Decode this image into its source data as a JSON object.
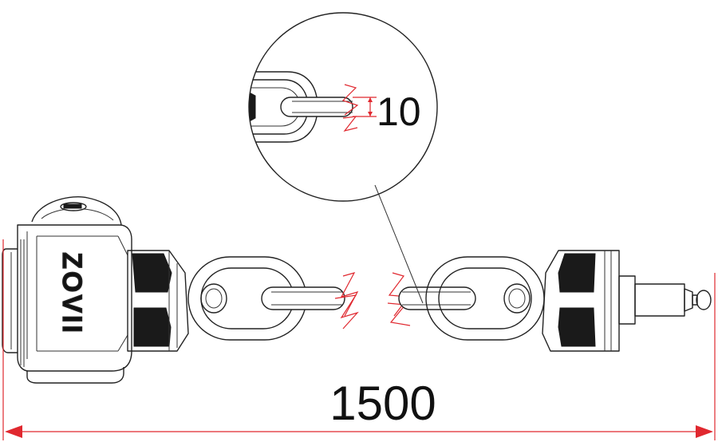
{
  "dimensions": {
    "overall_length": "1500",
    "chain_thickness": "10"
  },
  "logo": {
    "text": "ZOVII"
  },
  "colors": {
    "outline": "#222222",
    "dimension_lines": "#e0282f",
    "background": "#ffffff"
  }
}
